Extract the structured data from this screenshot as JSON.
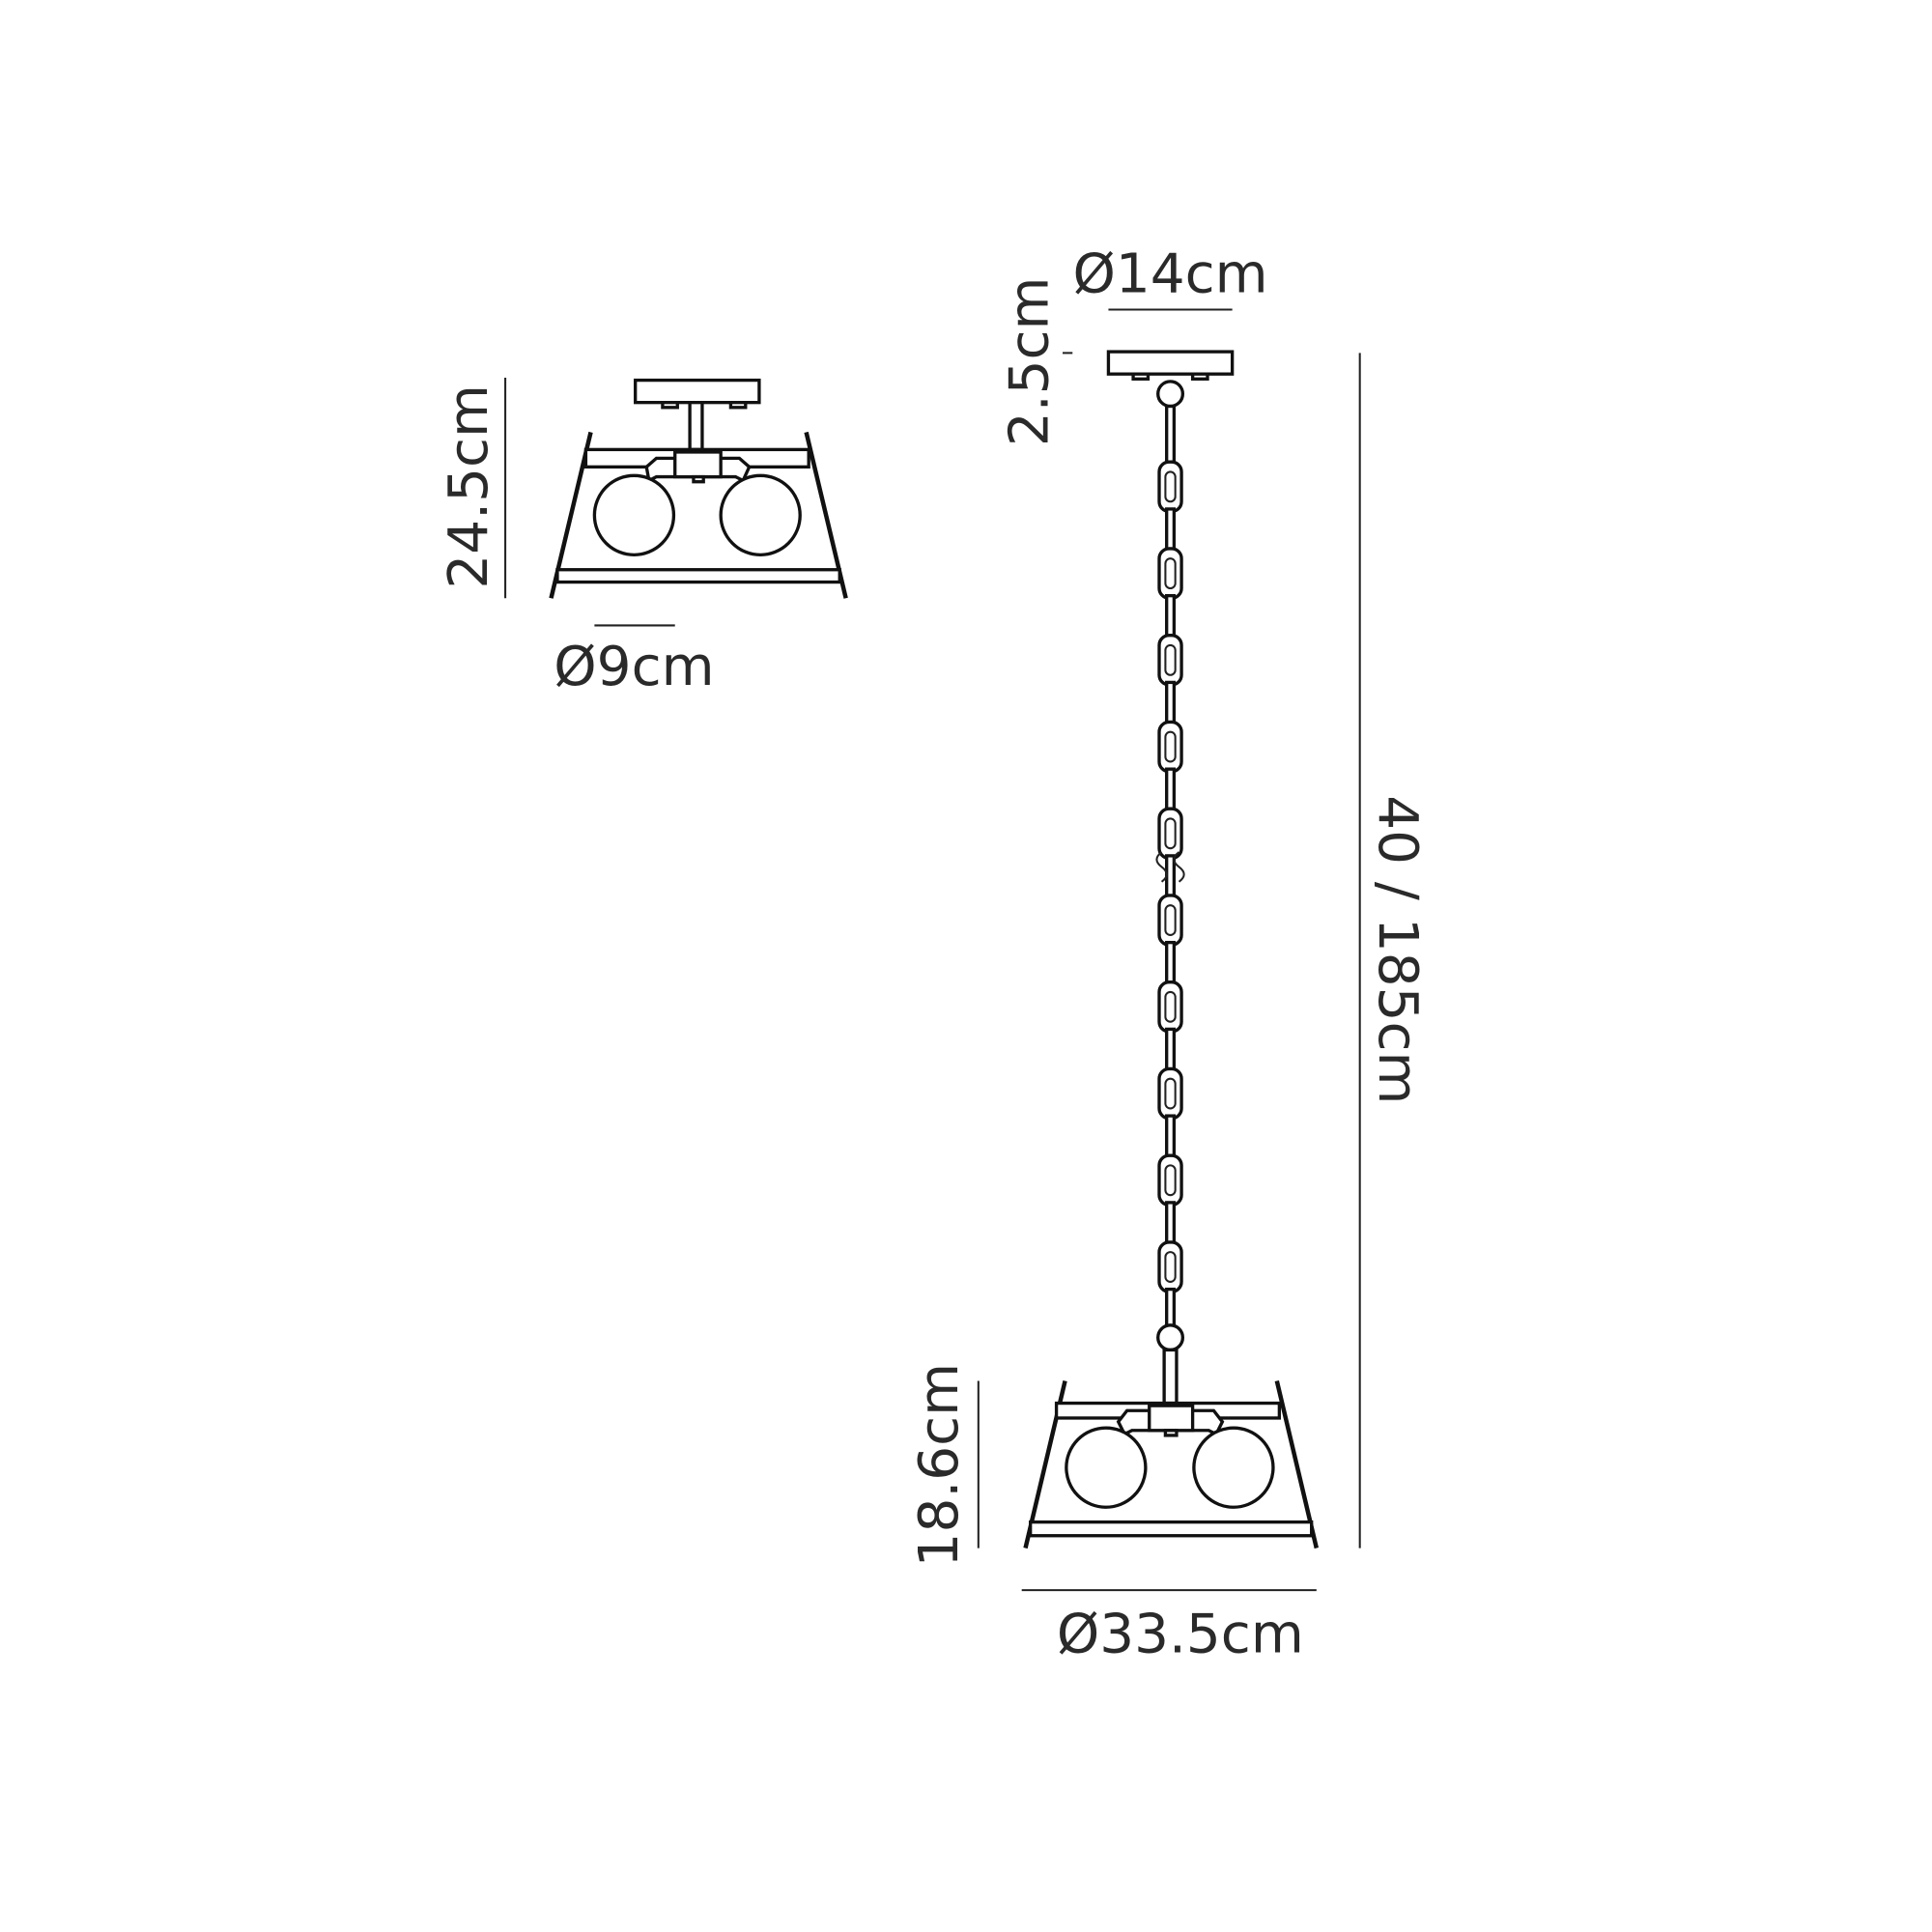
{
  "semi_flush": {
    "height_label": "24.5cm",
    "stem_diameter_label": "Ø9cm"
  },
  "pendant": {
    "canopy_diameter_label": "Ø14cm",
    "canopy_height_label": "2.5cm",
    "overall_height_label": "40 / 185cm",
    "fixture_height_label": "18.6cm",
    "fixture_diameter_label": "Ø33.5cm"
  },
  "colors": {
    "line": "#111111",
    "text": "#2a2a2a"
  }
}
